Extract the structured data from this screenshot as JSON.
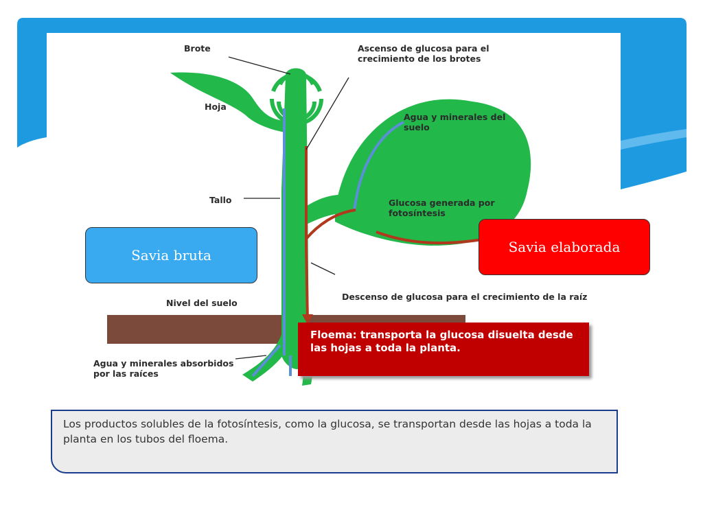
{
  "colors": {
    "header_blue": "#1e9ae0",
    "plant_green": "#22b84a",
    "xylem_arrow": "#5b8fd6",
    "phloem_arrow": "#b0381c",
    "soil": "#7b4a3a",
    "floema_box": "#c00000",
    "savia_bruta": "#3aaaf0",
    "savia_elaborada": "#ff0000"
  },
  "diagram": {
    "labels": {
      "brote": "Brote",
      "ascenso": "Ascenso de glucosa para el crecimiento de los brotes",
      "hoja": "Hoja",
      "agua_minerales_suelo": "Agua y minerales del suelo",
      "tallo": "Tallo",
      "glucosa_generada": "Glucosa generada por fotosíntesis",
      "descenso": "Descenso de glucosa para el crecimiento de la raíz",
      "nivel_suelo": "Nivel del suelo",
      "agua_raices": "Agua y minerales absorbidos por las raíces"
    },
    "floema": "Floema: transporta la glucosa disuelta desde las hojas a toda la planta."
  },
  "callouts": {
    "savia_bruta": "Savia bruta",
    "savia_elaborada": "Savia elaborada"
  },
  "caption": "Los productos solubles de la fotosíntesis, como la glucosa, se transportan desde las hojas a toda la planta en los tubos del floema."
}
